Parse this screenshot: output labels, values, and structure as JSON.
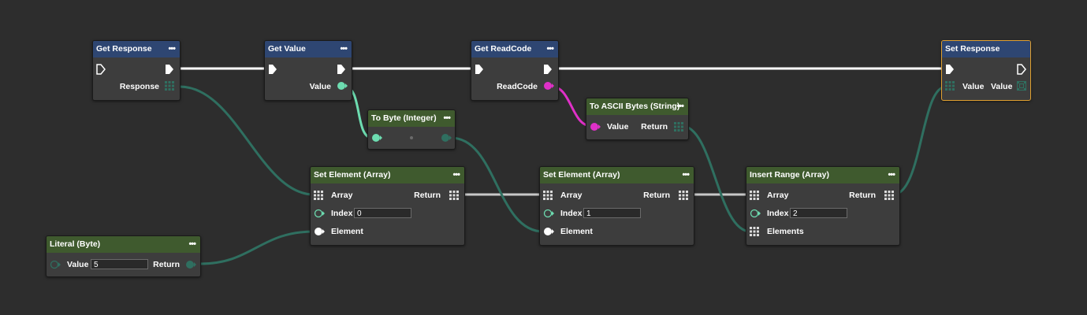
{
  "nodes": {
    "get_response": {
      "title": "Get Response",
      "out_label": "Response"
    },
    "get_value": {
      "title": "Get Value",
      "out_label": "Value"
    },
    "get_readcode": {
      "title": "Get ReadCode",
      "out_label": "ReadCode"
    },
    "set_response": {
      "title": "Set Response",
      "in_label": "Value",
      "out_label": "Value"
    },
    "to_byte": {
      "title": "To Byte (Integer)"
    },
    "to_ascii": {
      "title": "To ASCII Bytes (String)",
      "in_label": "Value",
      "out_label": "Return"
    },
    "set_element_1": {
      "title": "Set Element (Array)",
      "array_label": "Array",
      "return_label": "Return",
      "index_label": "Index",
      "index_value": "0",
      "element_label": "Element"
    },
    "set_element_2": {
      "title": "Set Element (Array)",
      "array_label": "Array",
      "return_label": "Return",
      "index_label": "Index",
      "index_value": "1",
      "element_label": "Element"
    },
    "insert_range": {
      "title": "Insert Range (Array)",
      "array_label": "Array",
      "return_label": "Return",
      "index_label": "Index",
      "index_value": "2",
      "elements_label": "Elements"
    },
    "literal_byte": {
      "title": "Literal (Byte)",
      "value_label": "Value",
      "value": "5",
      "return_label": "Return"
    }
  },
  "menu_glyph": "•••",
  "colors": {
    "background": "#2d2d2d",
    "header_blue": "#2e4672",
    "header_green": "#3f5a2e",
    "node_body": "#3d3d3d",
    "exec_wire": "#ffffff",
    "array_wire": "#c8c8c8",
    "byte_wire": "#2f6f60",
    "integer_wire": "#6ddcb0",
    "string_wire": "#e030c8",
    "selected_border": "#e0a030"
  }
}
